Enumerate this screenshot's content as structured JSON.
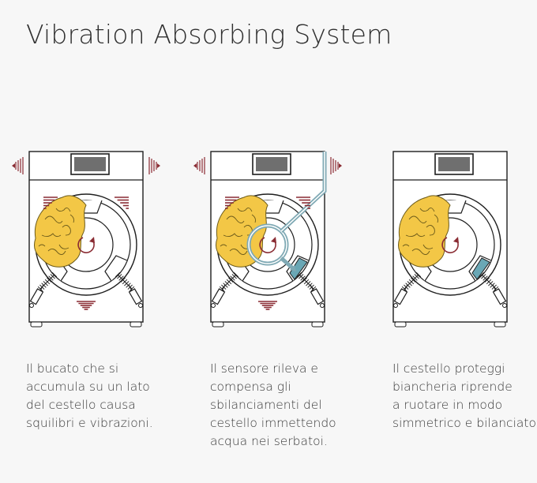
{
  "title": "Vibration Absorbing System",
  "colors": {
    "line": "#1e1e1e",
    "laundry": "#f3c746",
    "laundry_edge": "#6b5a1a",
    "water": "#6aa7b5",
    "pipe": "#7fa9b4",
    "arrow": "#8a2c33",
    "display": "#6f6f6f",
    "machine_fill": "#ffffff"
  },
  "panels": [
    {
      "caption_lines": [
        "Il bucato che si",
        "accumula su un lato",
        "del cestello causa",
        "squilibri e vibrazioni."
      ],
      "vibrating": true,
      "sensor": false,
      "water_tank": false
    },
    {
      "caption_lines": [
        "Il sensore rileva e",
        "compensa gli",
        "sbilanciamenti del",
        "cestello immettendo",
        "acqua nei serbatoi."
      ],
      "vibrating": true,
      "sensor": true,
      "water_tank": true
    },
    {
      "caption_lines": [
        "Il cestello proteggi",
        "biancheria riprende",
        "a ruotare in modo",
        "simmetrico e bilanciato."
      ],
      "vibrating": false,
      "sensor": false,
      "water_tank": true
    }
  ]
}
